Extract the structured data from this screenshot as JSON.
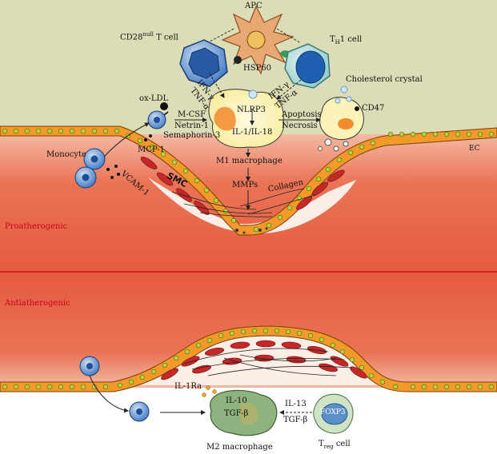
{
  "labels": {
    "apc": "APC",
    "cd28_tcell_prefix": "CD28",
    "cd28_tcell_sup": "null",
    "cd28_tcell_suffix": " T cell",
    "th1_prefix": "T",
    "th1_sub": "H",
    "th1_suffix": "1 cell",
    "hsp60": "HSP60",
    "ifn_gamma_left": "IFN-γ",
    "tnf_alpha_left": "TNF-α",
    "ifn_gamma_right": "IFN-γ",
    "tnf_alpha_right": "TNF-α",
    "ox_ldl": "ox-LDL",
    "cholesterol_crystal": "Cholesterol crystal",
    "mcsf": "M-CSF",
    "netrin1": "Netrin-1",
    "semaphorin3": "Semaphorin-3",
    "nlrp3": "NLRP3",
    "il1_il18": "IL-1/IL-18",
    "apoptosis": "Apoptosis",
    "necrosis": "Necrosis",
    "cd47": "CD47",
    "mcp1": "MCP-1",
    "m1_macrophage": "M1 macrophage",
    "ec": "EC",
    "monocyte": "Monocyte",
    "vcam1": "VCAM-1",
    "smc": "SMC",
    "mmps": "MMPs",
    "collagen": "Collagen",
    "proatherogenic": "Proatherogenic",
    "antiatherogenic": "Antiatherogenic",
    "il1ra": "IL-1Ra",
    "il10": "IL-10",
    "tgfb_macro": "TGF-β",
    "il13": "IL-13",
    "tgfb_treg": "TGF-β",
    "foxp3": "FOXP3",
    "m2_macrophage": "M2 macrophage",
    "treg_prefix": "T",
    "treg_sub": "reg",
    "treg_suffix": " cell"
  },
  "colors": {
    "intima_top": "#dcdcb6",
    "vessel_red": "#e7573e",
    "vessel_red_light": "#f2a38a",
    "endothelium": "#f19a2a",
    "endothelium_edge": "#8a4a10",
    "nucleus_green": "#b6d23c",
    "smc_red": "#c62828",
    "divider_red": "#d0021b",
    "label_red": "#c8001e",
    "monocyte_blue": "#2f6fb5",
    "macrophage_yellow": "#fbf3b8",
    "m2_green": "#8fb37f",
    "treg_green": "#cfe3c6"
  }
}
